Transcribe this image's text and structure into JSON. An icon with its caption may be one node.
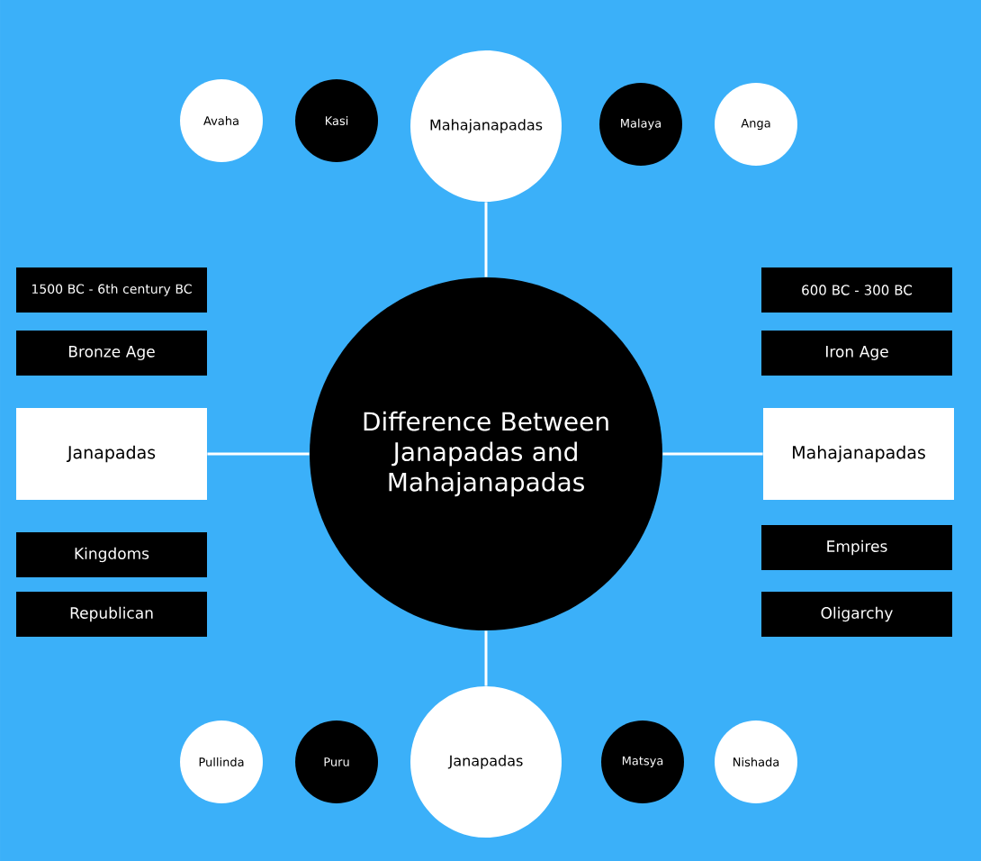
{
  "diagram": {
    "nodes": [
      {
        "text": [
          "Difference Between Janapadas and Mahajanapadas"
        ]
      },
      {
        "text": [
          "Avaha"
        ]
      },
      {
        "text": [
          "Kasi"
        ]
      },
      {
        "text": [
          "Mahajanapadas"
        ]
      },
      {
        "text": [
          "Malaya"
        ]
      },
      {
        "text": [
          "Anga"
        ]
      },
      {
        "text": [
          "1500 BC - 6th century BC"
        ]
      },
      {
        "text": [
          "600 BC - 300 BC"
        ]
      },
      {
        "text": [
          "Bronze Age"
        ]
      },
      {
        "text": [
          "Iron Age"
        ]
      },
      {
        "text": [
          "Janapadas"
        ]
      },
      {
        "text": [
          "Mahajanapadas"
        ]
      },
      {
        "text": [
          "Kingdoms"
        ]
      },
      {
        "text": [
          "Empires"
        ]
      },
      {
        "text": [
          "Republican"
        ]
      },
      {
        "text": [
          "Oligarchy"
        ]
      },
      {
        "text": [
          "Pullinda"
        ]
      },
      {
        "text": [
          "Puru"
        ]
      },
      {
        "text": [
          "Janapadas"
        ]
      },
      {
        "text": [
          "Matsya"
        ]
      },
      {
        "text": [
          "Nishada"
        ]
      }
    ],
    "edges": [
      {
        "from": 0,
        "to": 3,
        "arrow": "none"
      },
      {
        "from": 0,
        "to": 10,
        "arrow": "none"
      },
      {
        "from": 0,
        "to": 11,
        "arrow": "none"
      },
      {
        "from": 0,
        "to": 18,
        "arrow": "none"
      }
    ]
  }
}
